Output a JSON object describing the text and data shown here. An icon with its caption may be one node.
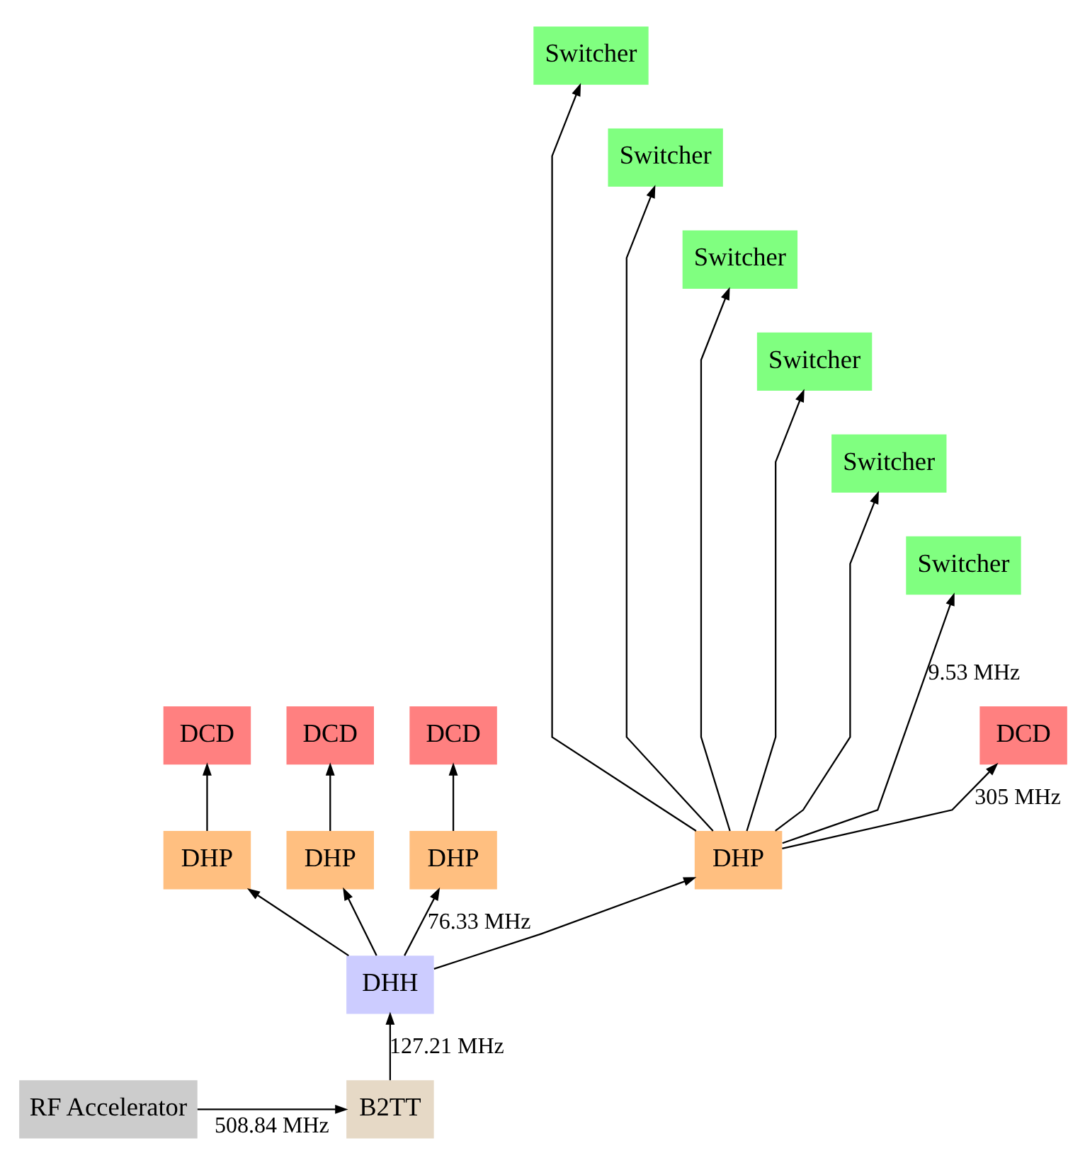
{
  "diagram": {
    "nodes": [
      {
        "text": [
          "Switcher"
        ]
      },
      {
        "text": [
          "Switcher"
        ]
      },
      {
        "text": [
          "Switcher"
        ]
      },
      {
        "text": [
          "Switcher"
        ]
      },
      {
        "text": [
          "Switcher"
        ]
      },
      {
        "text": [
          "Switcher"
        ]
      },
      {
        "text": [
          "DCD"
        ]
      },
      {
        "text": [
          "DCD"
        ]
      },
      {
        "text": [
          "DCD"
        ]
      },
      {
        "text": [
          "DCD"
        ]
      },
      {
        "text": [
          "DHP"
        ]
      },
      {
        "text": [
          "DHP"
        ]
      },
      {
        "text": [
          "DHP"
        ]
      },
      {
        "text": [
          "DHP"
        ]
      },
      {
        "text": [
          "DHH"
        ]
      },
      {
        "text": [
          "B2TT"
        ]
      },
      {
        "text": [
          "RF Accelerator"
        ]
      }
    ],
    "edges": [
      {
        "from": 16,
        "to": 15,
        "arrow": "to",
        "label": "508.84 MHz"
      },
      {
        "from": 15,
        "to": 14,
        "arrow": "to",
        "label": "127.21 MHz"
      },
      {
        "from": 14,
        "to": 10,
        "arrow": "to"
      },
      {
        "from": 14,
        "to": 11,
        "arrow": "to"
      },
      {
        "from": 14,
        "to": 12,
        "arrow": "to",
        "label": "76.33 MHz"
      },
      {
        "from": 14,
        "to": 13,
        "arrow": "to"
      },
      {
        "from": 10,
        "to": 6,
        "arrow": "to"
      },
      {
        "from": 11,
        "to": 7,
        "arrow": "to"
      },
      {
        "from": 12,
        "to": 8,
        "arrow": "to"
      },
      {
        "from": 13,
        "to": 9,
        "arrow": "to",
        "label": "305 MHz"
      },
      {
        "from": 13,
        "to": 0,
        "arrow": "to"
      },
      {
        "from": 13,
        "to": 1,
        "arrow": "to"
      },
      {
        "from": 13,
        "to": 2,
        "arrow": "to"
      },
      {
        "from": 13,
        "to": 3,
        "arrow": "to"
      },
      {
        "from": 13,
        "to": 4,
        "arrow": "to"
      },
      {
        "from": 13,
        "to": 5,
        "arrow": "to",
        "label": "9.53 MHz"
      }
    ]
  }
}
